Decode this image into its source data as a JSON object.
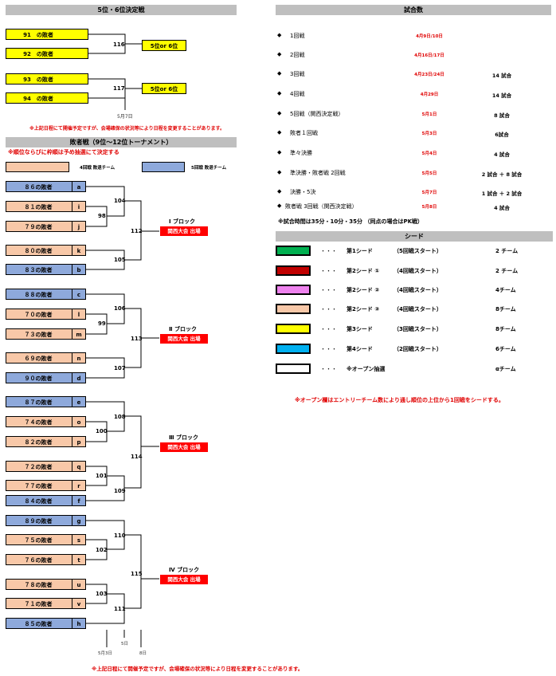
{
  "s56": {
    "title": "5位・6位決定戦",
    "teams": [
      "91　の敗者",
      "92　の敗者",
      "93　の敗者",
      "94　の敗者"
    ],
    "matches": [
      "116",
      "117"
    ],
    "results": [
      "5位or 6位",
      "5位or 6位"
    ],
    "date": "5月7日",
    "note": "※上記日程にて開催予定ですが、会場確保の状況等により日程を変更することがあります。"
  },
  "loser": {
    "title": "敗者戦（9位～12位トーナメント）",
    "note": "※順位ならびに枠順は予め抽選にて決定する",
    "legend": [
      "4回戦 敗退チーム",
      "5回戦 敗退チーム"
    ],
    "teams": [
      {
        "label": "８６の敗者",
        "letter": "a",
        "color": "b"
      },
      {
        "label": "８１の敗者",
        "letter": "i",
        "color": "o"
      },
      {
        "label": "７９の敗者",
        "letter": "j",
        "color": "o"
      },
      {
        "label": "８０の敗者",
        "letter": "k",
        "color": "o"
      },
      {
        "label": "８３の敗者",
        "letter": "b",
        "color": "b"
      },
      {
        "label": "８８の敗者",
        "letter": "c",
        "color": "b"
      },
      {
        "label": "７０の敗者",
        "letter": "l",
        "color": "o"
      },
      {
        "label": "７３の敗者",
        "letter": "m",
        "color": "o"
      },
      {
        "label": "６９の敗者",
        "letter": "n",
        "color": "o"
      },
      {
        "label": "９０の敗者",
        "letter": "d",
        "color": "b"
      },
      {
        "label": "８７の敗者",
        "letter": "e",
        "color": "b"
      },
      {
        "label": "７４の敗者",
        "letter": "o",
        "color": "o"
      },
      {
        "label": "８２の敗者",
        "letter": "p",
        "color": "o"
      },
      {
        "label": "７２の敗者",
        "letter": "q",
        "color": "o"
      },
      {
        "label": "７７の敗者",
        "letter": "r",
        "color": "o"
      },
      {
        "label": "８４の敗者",
        "letter": "f",
        "color": "b"
      },
      {
        "label": "８９の敗者",
        "letter": "g",
        "color": "b"
      },
      {
        "label": "７５の敗者",
        "letter": "s",
        "color": "o"
      },
      {
        "label": "７６の敗者",
        "letter": "t",
        "color": "o"
      },
      {
        "label": "７８の敗者",
        "letter": "u",
        "color": "o"
      },
      {
        "label": "７１の敗者",
        "letter": "v",
        "color": "o"
      },
      {
        "label": "８５の敗者",
        "letter": "h",
        "color": "b"
      }
    ],
    "matches": [
      "104",
      "98",
      "112",
      "105",
      "106",
      "99",
      "113",
      "107",
      "108",
      "100",
      "114",
      "101",
      "109",
      "110",
      "102",
      "115",
      "103",
      "111"
    ],
    "blocks": [
      "Ⅰ ブロック",
      "Ⅱ ブロック",
      "Ⅲ ブロック",
      "Ⅳ ブロック"
    ],
    "advance": "関西大会 出場",
    "dates": [
      "5月3日",
      "5日",
      "8日"
    ],
    "footnote": "※上記日程にて開催予定ですが、会場確保の状況等により日程を変更することがあります。"
  },
  "schedule": {
    "title": "試合数",
    "rows": [
      {
        "round": "1回戦",
        "date": "4月9日/10日",
        "games": ""
      },
      {
        "round": "2回戦",
        "date": "4月16日/17日",
        "games": ""
      },
      {
        "round": "3回戦",
        "date": "4月23日/24日",
        "games": "14 試合"
      },
      {
        "round": "4回戦",
        "date": "4月29日",
        "games": "14 試合"
      },
      {
        "round": "5回戦（関西決定戦）",
        "date": "5月1日",
        "games": "8 試合"
      },
      {
        "round": "敗者１回戦",
        "date": "5月3日",
        "games": "6試合"
      },
      {
        "round": "準々決勝",
        "date": "5月4日",
        "games": "4 試合"
      },
      {
        "round": "準決勝・敗者戦 2回戦",
        "date": "5月5日",
        "games": "2 試合 ＋ 8 試合"
      },
      {
        "round": "決勝・5決",
        "date": "5月7日",
        "games": "1 試合 ＋ 2 試合"
      },
      {
        "round": "敗者戦 3回戦（関西決定戦）",
        "date": "5月8日",
        "games": "4 試合"
      }
    ],
    "note": "※試合時間は35分・10分・35分 （同点の場合はPK戦）"
  },
  "seed": {
    "title": "シード",
    "rows": [
      {
        "color": "#00b050",
        "name": "第1シード",
        "start": "（5回戦スタート）",
        "count": "2 チーム"
      },
      {
        "color": "#c00000",
        "name": "第2シード ①",
        "start": "（4回戦スタート）",
        "count": "2 チーム"
      },
      {
        "color": "#ee82ee",
        "name": "第2シード ②",
        "start": "（4回戦スタート）",
        "count": "4チーム"
      },
      {
        "color": "#f8c8a8",
        "name": "第2シード ③",
        "start": "（4回戦スタート）",
        "count": "8チーム"
      },
      {
        "color": "#ffff00",
        "name": "第3シード",
        "start": "（3回戦スタート）",
        "count": "8チーム"
      },
      {
        "color": "#00b0f0",
        "name": "第4シード",
        "start": "（2回戦スタート）",
        "count": "6チーム"
      },
      {
        "color": "#ffffff",
        "name": "※オープン抽選",
        "start": "",
        "count": "αチーム"
      }
    ],
    "dots": "・・・",
    "note": "※オープン欄はエントリーチーム数により通し順位の上位から1回戦をシードする。"
  }
}
